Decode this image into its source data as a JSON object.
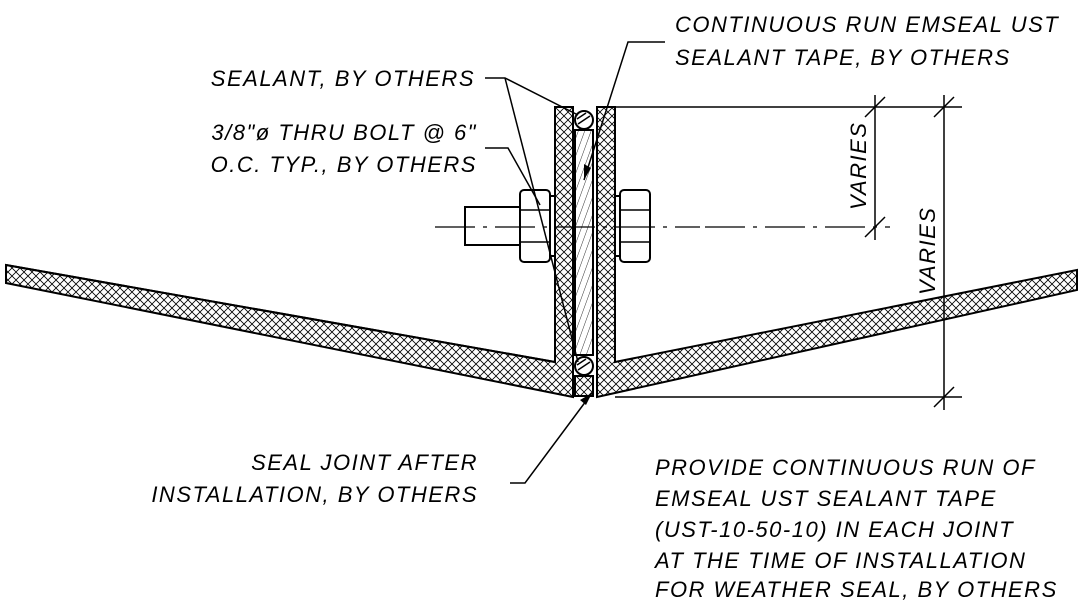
{
  "labels": {
    "tape": [
      "CONTINUOUS RUN EMSEAL UST",
      "SEALANT TAPE, BY OTHERS"
    ],
    "sealant": "SEALANT, BY OTHERS",
    "bolt": [
      "3/8\"ø THRU BOLT @ 6\"",
      "O.C. TYP., BY OTHERS"
    ],
    "varies_small": "VARIES",
    "varies_large": "VARIES",
    "seal_joint": [
      "SEAL JOINT AFTER",
      "INSTALLATION, BY OTHERS"
    ],
    "note": [
      "PROVIDE CONTINUOUS RUN OF",
      "EMSEAL UST SEALANT TAPE",
      "(UST-10-50-10) IN EACH JOINT",
      "AT THE TIME OF INSTALLATION",
      "FOR WEATHER SEAL, BY OTHERS"
    ]
  },
  "colors": {
    "ink": "#000000",
    "background": "#ffffff"
  }
}
